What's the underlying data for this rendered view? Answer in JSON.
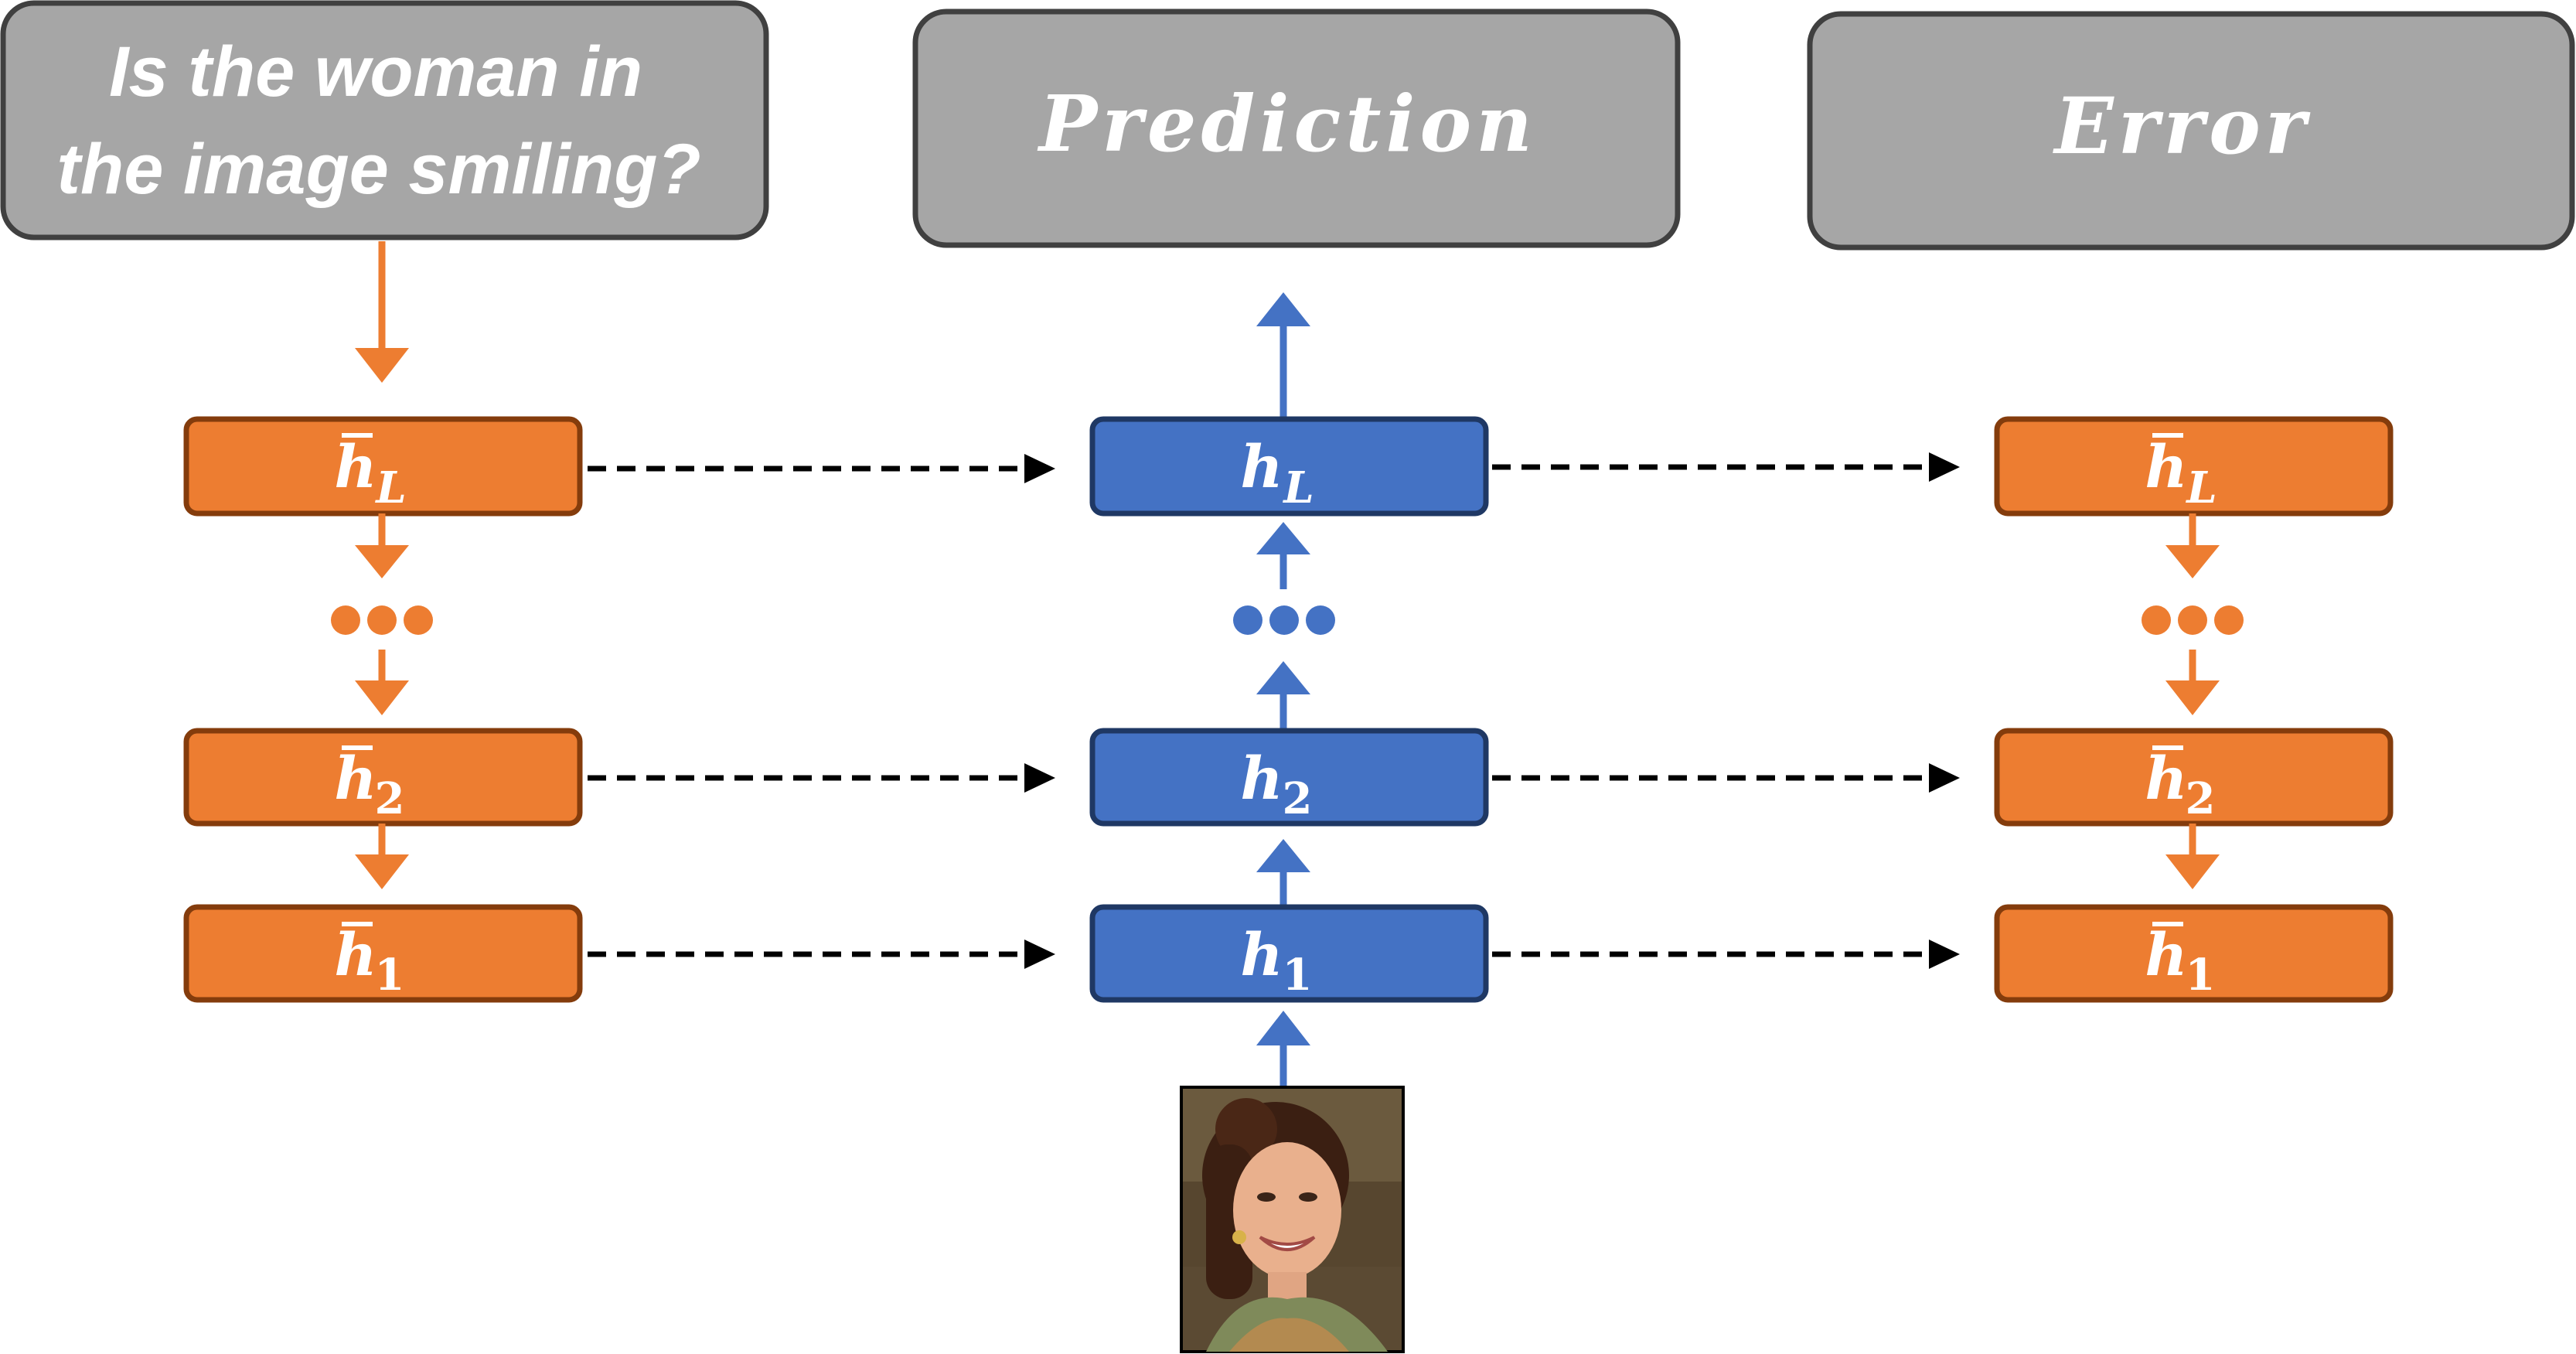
{
  "question": {
    "line1": "Is the woman in",
    "line2": "the image smiling?"
  },
  "prediction_label": "Prediction",
  "error_label": "Error",
  "layers": {
    "left": [
      {
        "base": "h",
        "sub": "L",
        "bar": true
      },
      {
        "base": "h",
        "sub": "2",
        "bar": true
      },
      {
        "base": "h",
        "sub": "1",
        "bar": true
      }
    ],
    "middle": [
      {
        "base": "h",
        "sub": "L",
        "bar": false
      },
      {
        "base": "h",
        "sub": "2",
        "bar": false
      },
      {
        "base": "h",
        "sub": "1",
        "bar": false
      }
    ],
    "right": [
      {
        "base": "h",
        "sub": "L",
        "bar": true
      },
      {
        "base": "h",
        "sub": "2",
        "bar": true
      },
      {
        "base": "h",
        "sub": "1",
        "bar": true
      }
    ]
  },
  "image": {
    "description": "portrait photo of a smiling woman"
  },
  "colors": {
    "orange": "#ED7D31",
    "orange_border": "#843C0C",
    "blue": "#4472C4",
    "blue_border": "#1F3864",
    "gray": "#A6A6A6",
    "gray_border": "#404040",
    "dashed_arrow": "#000000"
  }
}
